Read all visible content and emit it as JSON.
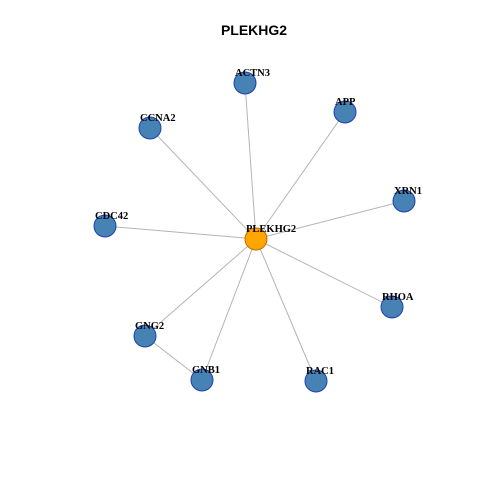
{
  "title": "PLEKHG2",
  "colors": {
    "center_fill": "#FFA500",
    "center_stroke": "#C06A00",
    "node_fill": "#4682B4",
    "node_stroke": "#1E3FB4",
    "edge": "#B4B4B4"
  },
  "network": {
    "nodes": [
      {
        "id": "PLEKHG2",
        "label": "PLEKHG2",
        "role": "center"
      },
      {
        "id": "ACTN3",
        "label": "ACTN3",
        "role": "neighbor"
      },
      {
        "id": "APP",
        "label": "APP",
        "role": "neighbor"
      },
      {
        "id": "CCNA2",
        "label": "CCNA2",
        "role": "neighbor"
      },
      {
        "id": "XRN1",
        "label": "XRN1",
        "role": "neighbor"
      },
      {
        "id": "CDC42",
        "label": "CDC42",
        "role": "neighbor"
      },
      {
        "id": "RHOA",
        "label": "RHOA",
        "role": "neighbor"
      },
      {
        "id": "GNG2",
        "label": "GNG2",
        "role": "neighbor"
      },
      {
        "id": "GNB1",
        "label": "GNB1",
        "role": "neighbor"
      },
      {
        "id": "RAC1",
        "label": "RAC1",
        "role": "neighbor"
      }
    ],
    "edges": [
      [
        "PLEKHG2",
        "ACTN3"
      ],
      [
        "PLEKHG2",
        "APP"
      ],
      [
        "PLEKHG2",
        "CCNA2"
      ],
      [
        "PLEKHG2",
        "XRN1"
      ],
      [
        "PLEKHG2",
        "CDC42"
      ],
      [
        "PLEKHG2",
        "RHOA"
      ],
      [
        "PLEKHG2",
        "GNG2"
      ],
      [
        "PLEKHG2",
        "GNB1"
      ],
      [
        "PLEKHG2",
        "RAC1"
      ],
      [
        "GNG2",
        "GNB1"
      ]
    ]
  }
}
